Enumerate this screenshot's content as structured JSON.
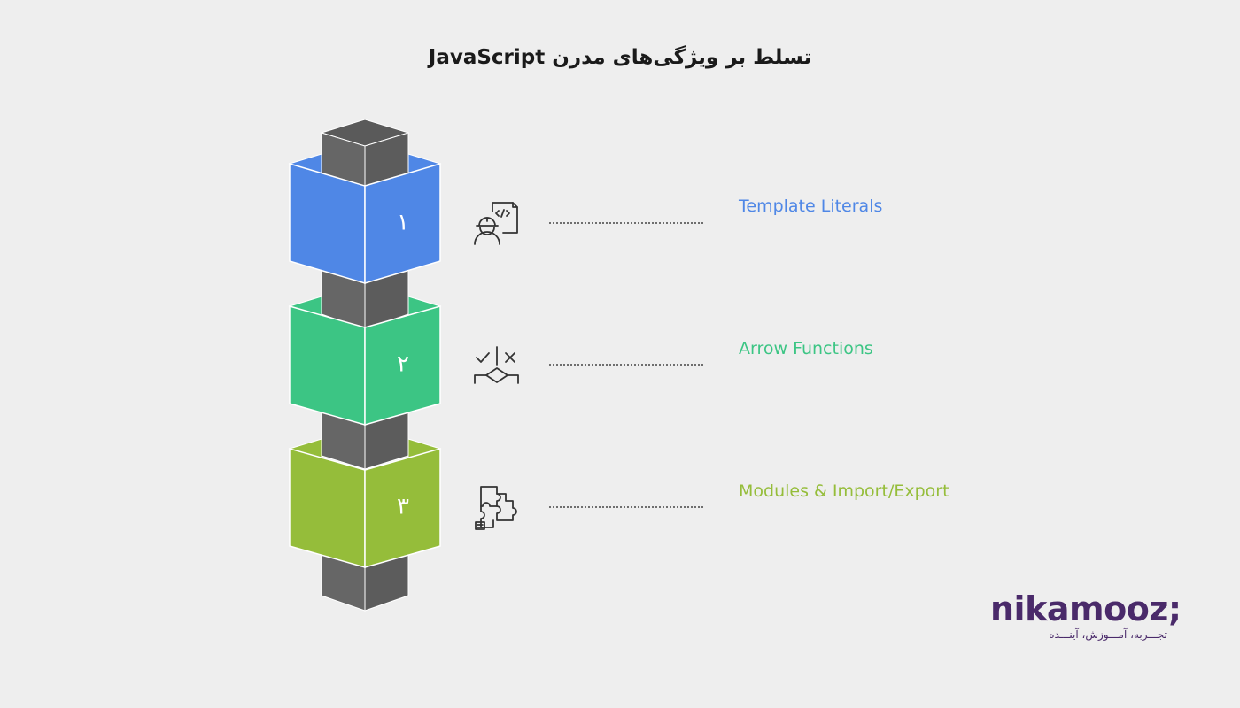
{
  "header": {
    "title": "تسلط بر ویژگی‌های مدرن JavaScript"
  },
  "features": [
    {
      "number": "۱",
      "label": "Template Literals",
      "color": "#4f87e6",
      "icon": "developer-code-icon"
    },
    {
      "number": "۲",
      "label": "Arrow Functions",
      "color": "#3cc584",
      "icon": "decision-arrows-icon"
    },
    {
      "number": "۳",
      "label": "Modules & Import/Export",
      "color": "#95bd3a",
      "icon": "puzzle-modules-icon"
    }
  ],
  "pillar_color": "#666666",
  "brand": {
    "name": "nikamooz;",
    "tagline": "تجـــربه، آمـــوزش، آینـــده",
    "color": "#4a2a6a"
  }
}
